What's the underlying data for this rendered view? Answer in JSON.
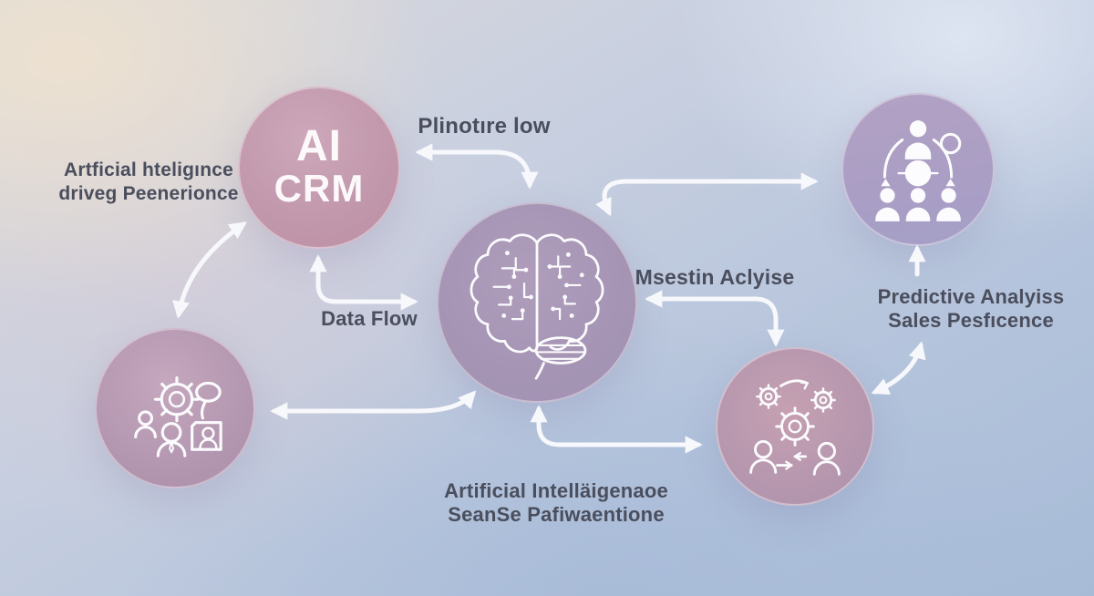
{
  "diagram": {
    "title": "AI CRM concept diagram",
    "nodes": {
      "ai_crm": {
        "line1": "AI",
        "line2": "CRM",
        "color": "#c298ac"
      },
      "brain": {
        "icon": "brain-circuit-icon",
        "color": "#a594b4"
      },
      "org": {
        "icon": "org-chart-icon",
        "color": "#ab9ec4"
      },
      "customers": {
        "icon": "customer-engagement-icon",
        "color": "#b295af"
      },
      "automation": {
        "icon": "automation-gears-icon",
        "color": "#b496ae"
      }
    },
    "labels": {
      "top_left": {
        "line1": "Artficial hteligınce",
        "line2": "driveg Peenerionce"
      },
      "pipeline": {
        "text": "Plinotıre low"
      },
      "data_flow": {
        "text": "Data Flow"
      },
      "insight": {
        "text": "Msestin Aclyise"
      },
      "predictive": {
        "line1": "Predictive Analyiss",
        "line2": "Sales Pesfıcence"
      },
      "bottom": {
        "line1": "Artificial Intelläigenaoe",
        "line2": "SeanSe Pafiwaentione"
      }
    },
    "colors": {
      "text": "#4a4e5d",
      "arrow": "#f7f8fb",
      "icon_stroke": "#fbfbfd",
      "background_top_left": "#e9e1d4",
      "background_bottom_right": "#a7bbd7"
    }
  }
}
